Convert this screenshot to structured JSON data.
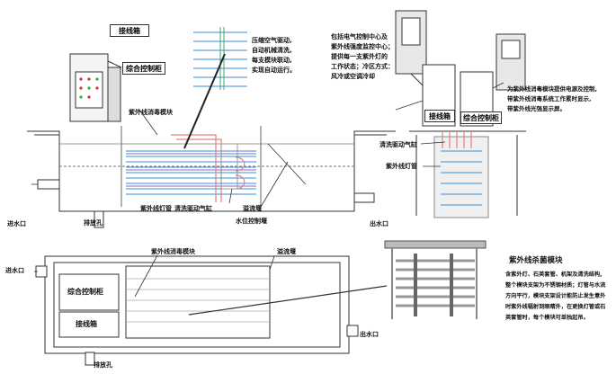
{
  "top_view": {
    "junction_box": "接线箱",
    "control_cabinet": "综合控制柜",
    "uv_module": "紫外线消毒模块",
    "uv_lamp": "紫外线灯管",
    "cleaning_cylinder": "清洗驱动气缸",
    "overflow_weir": "溢流堰",
    "level_weir": "水位控制堰",
    "inlet": "进水口",
    "drain": "排放孔",
    "outlet": "出水口",
    "pneumatic_note": [
      "压缩空气驱动,",
      "自动机械清洗,",
      "每支模块联动,",
      "实现自动运行。"
    ]
  },
  "right_view": {
    "control_note": [
      "包括电气控制中心及",
      "紫外线强度监控中心；",
      "提供每一支紫外灯的",
      "工作状态；冷区方式：",
      "风冷或空调冷却"
    ],
    "junction_box": "接线箱",
    "control_cabinet": "综合控制柜",
    "cleaning_cylinder": "清洗驱动气缸",
    "uv_lamp": "紫外线灯管",
    "cabinet_note": [
      "为紫外线消毒模块提供电源及控制,",
      "带紫外线消毒系统工作累时显示,",
      "带紫外线光强显示屏。"
    ]
  },
  "plan_view": {
    "uv_module": "紫外线消毒模块",
    "overflow_weir": "溢流堰",
    "inlet": "进水口",
    "control_cabinet": "综合控制柜",
    "junction_box": "接线箱",
    "outlet": "出水口",
    "drain": "排放孔"
  },
  "module_view": {
    "title": "紫外线杀菌模块",
    "description": [
      "含紫外灯、石英套管、机架及清洗结构,",
      "整个模块支架为不锈钢材质；灯管与水流",
      "方向平行，模块支架设计能防止发生意外",
      "时紫外线辐射到眼睛外，在更换灯管或石",
      "英套管时，每个模块可单独起吊。"
    ]
  },
  "colors": {
    "line": "#333333",
    "lamp_blue": "#3a8fd8",
    "tube_pink": "#e08080",
    "lamp_purple": "#8a6ad0",
    "green": "#3fa66a"
  }
}
